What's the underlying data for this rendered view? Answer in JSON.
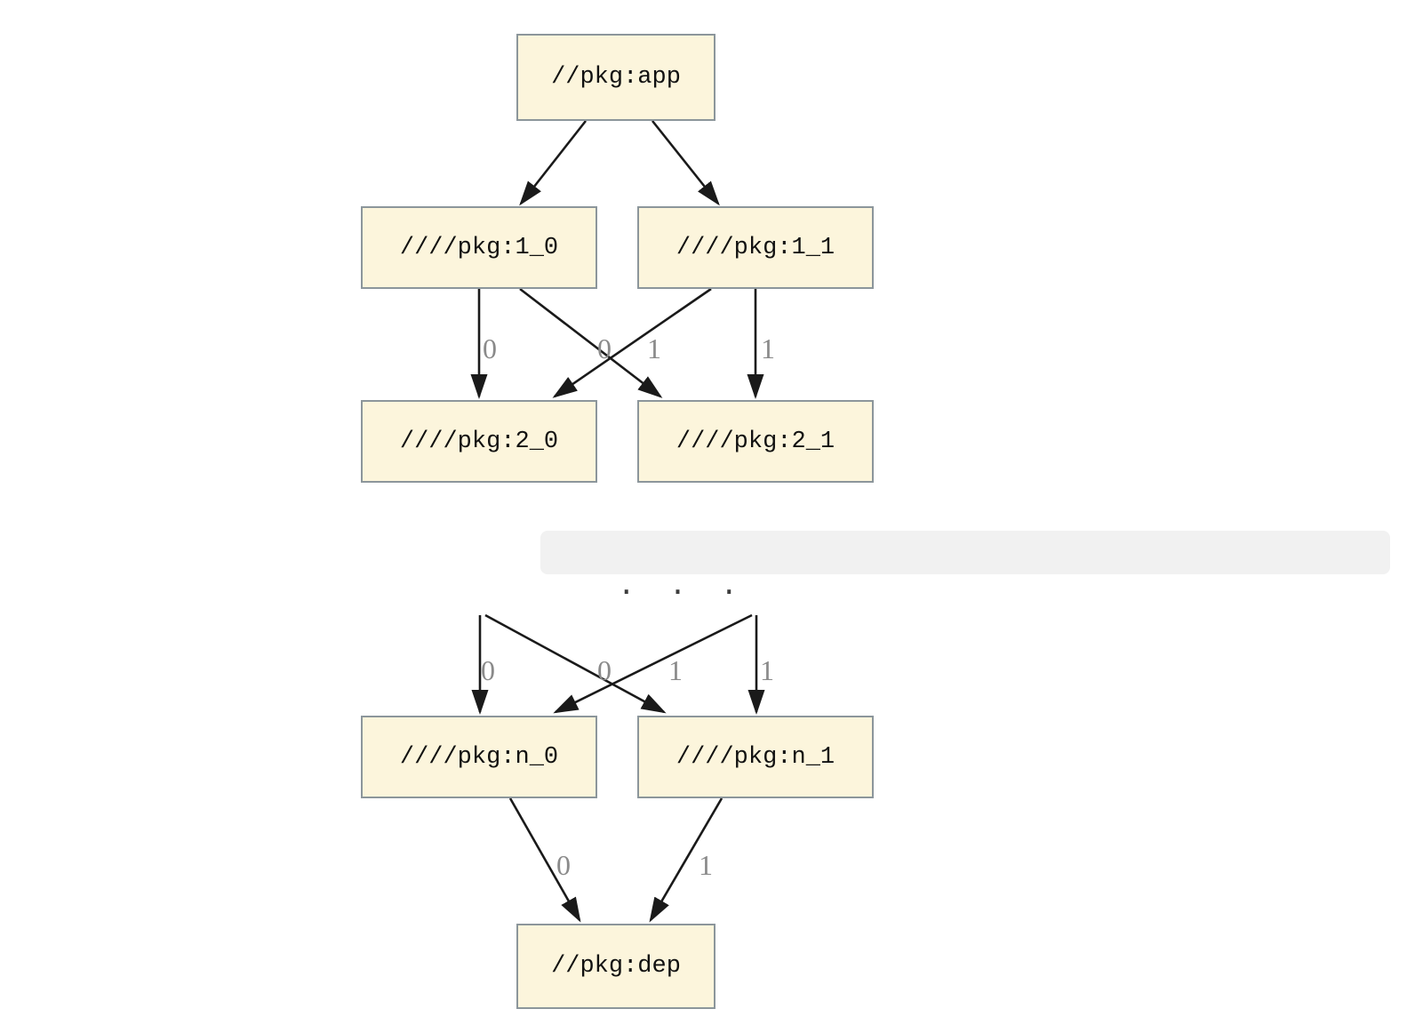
{
  "diagram": {
    "type": "dependency-graph",
    "nodes": [
      {
        "id": "app",
        "label": "//pkg:app"
      },
      {
        "id": "1_0",
        "label": "////pkg:1_0"
      },
      {
        "id": "1_1",
        "label": "////pkg:1_1"
      },
      {
        "id": "2_0",
        "label": "////pkg:2_0"
      },
      {
        "id": "2_1",
        "label": "////pkg:2_1"
      },
      {
        "id": "n_0",
        "label": "////pkg:n_0"
      },
      {
        "id": "n_1",
        "label": "////pkg:n_1"
      },
      {
        "id": "dep",
        "label": "//pkg:dep"
      }
    ],
    "edges": [
      {
        "from": "app",
        "to": "1_0",
        "label": ""
      },
      {
        "from": "app",
        "to": "1_1",
        "label": ""
      },
      {
        "from": "1_0",
        "to": "2_0",
        "label": "0"
      },
      {
        "from": "1_1",
        "to": "2_0",
        "label": "0"
      },
      {
        "from": "1_0",
        "to": "2_1",
        "label": "1"
      },
      {
        "from": "1_1",
        "to": "2_1",
        "label": "1"
      },
      {
        "from": "...",
        "to": "n_0",
        "label": "0"
      },
      {
        "from": "...",
        "to": "n_0",
        "label": "0"
      },
      {
        "from": "...",
        "to": "n_1",
        "label": "1"
      },
      {
        "from": "...",
        "to": "n_1",
        "label": "1"
      },
      {
        "from": "n_0",
        "to": "dep",
        "label": "0"
      },
      {
        "from": "n_1",
        "to": "dep",
        "label": "1"
      }
    ],
    "separator": {
      "dots": ".  .  ."
    },
    "colors": {
      "node_fill": "#FCF5DC",
      "node_border": "#8C969B",
      "edge": "#1A1A1A",
      "edge_label": "#8A8A8A",
      "separator_bg": "#F1F1F1",
      "separator_dots": "#3D3D3D",
      "node_text": "#111111",
      "background": "#FFFFFF"
    }
  }
}
